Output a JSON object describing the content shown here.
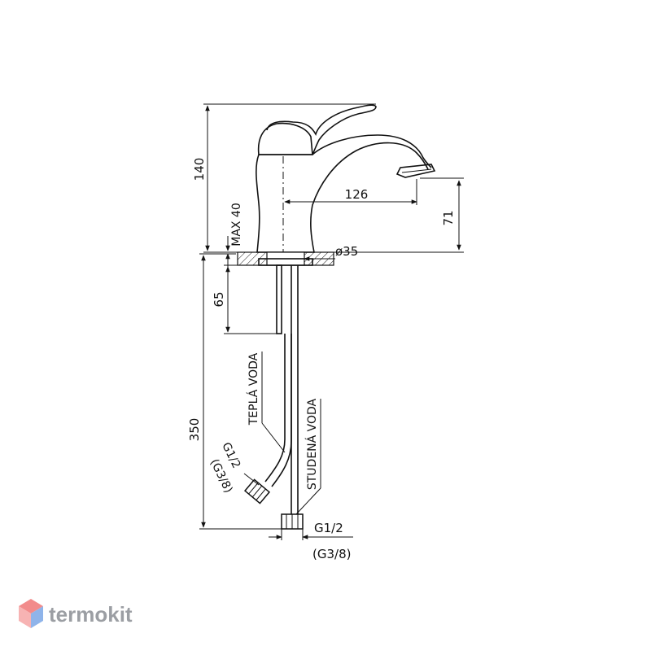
{
  "diagram": {
    "dimensions": {
      "height_total": "140",
      "max_aerator": "MAX 40",
      "spout_reach": "126",
      "spout_height": "71",
      "base_diameter": "ø35",
      "shank": "65",
      "hose_length": "350"
    },
    "hoses": {
      "warm": "TEPLÁ VODA",
      "cold": "STUDENÁ VODA"
    },
    "threads": {
      "warm_main": "G1/2",
      "warm_alt": "(G3/8)",
      "cold_main": "G1/2",
      "cold_alt": "(G3/8)"
    }
  },
  "brand": {
    "name": "termokit",
    "logo_icon": "hexagon-cube-icon",
    "colors": {
      "top": "#f28b8b",
      "left": "#f7b3b3",
      "right": "#8fb4ea"
    }
  }
}
